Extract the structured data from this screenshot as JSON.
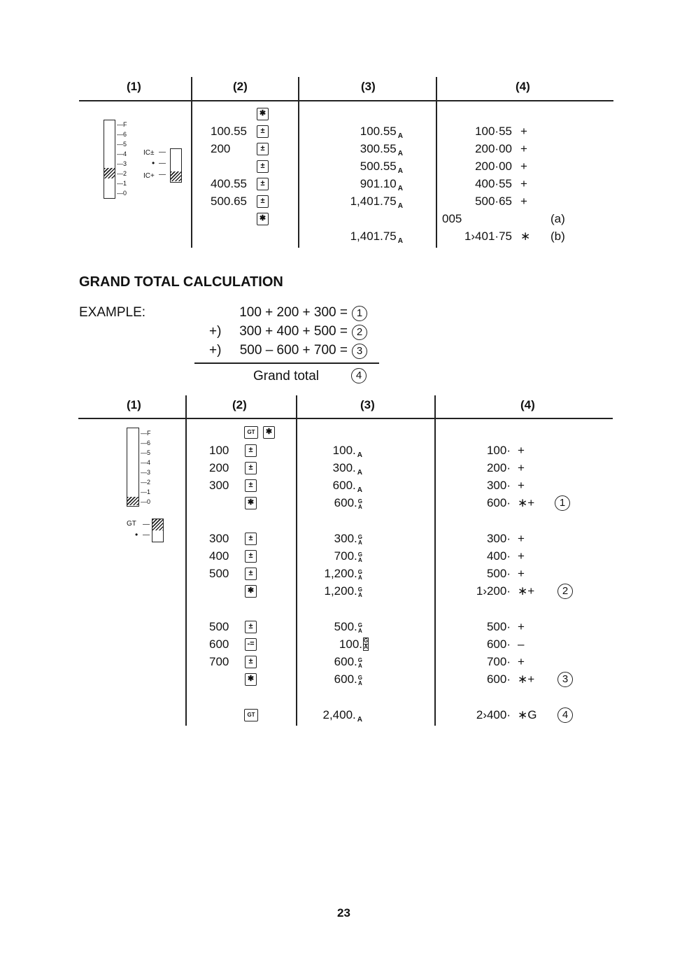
{
  "headers": {
    "col1": "(1)",
    "col2": "(2)",
    "col3": "(3)",
    "col4": "(4)"
  },
  "table1": {
    "scale_labels": [
      "F",
      "6",
      "5",
      "4",
      "3",
      "2",
      "1",
      "0"
    ],
    "switch_labels": {
      "top": "IC±",
      "mid": "•",
      "bot": "IC+"
    },
    "col2": [
      {
        "value": "",
        "key": "✱"
      },
      {
        "value": "100.55",
        "key": "±"
      },
      {
        "value": "200",
        "key": "±"
      },
      {
        "value": "",
        "key": "±"
      },
      {
        "value": "400.55",
        "key": "±"
      },
      {
        "value": "500.65",
        "key": "±"
      },
      {
        "value": "",
        "key": "✱"
      }
    ],
    "col3": [
      "",
      "100.55",
      "300.55",
      "500.55",
      "901.10",
      "1,401.75",
      "",
      "1,401.75"
    ],
    "col3_sub": "A",
    "col4": [
      {
        "value": "100·55",
        "sym": "+",
        "note": ""
      },
      {
        "value": "200·00",
        "sym": "+",
        "note": ""
      },
      {
        "value": "200·00",
        "sym": "+",
        "note": ""
      },
      {
        "value": "400·55",
        "sym": "+",
        "note": ""
      },
      {
        "value": "500·65",
        "sym": "+",
        "note": ""
      },
      {
        "value": "005",
        "sym": "",
        "note": "(a)"
      },
      {
        "value": "1›401·75",
        "sym": "∗",
        "note": "(b)"
      }
    ]
  },
  "section": {
    "title": "GRAND TOTAL CALCULATION",
    "example_label": "EXAMPLE:",
    "lines": [
      {
        "prefix": "",
        "expr": "100 + 200 + 300 =",
        "circle": "1"
      },
      {
        "prefix": "+)",
        "expr": "300 + 400 + 500 =",
        "circle": "2"
      },
      {
        "prefix": "+)",
        "expr": "500 – 600 + 700 =",
        "circle": "3"
      }
    ],
    "grand_total": "Grand total",
    "grand_circle": "4"
  },
  "table2": {
    "scale_labels": [
      "F",
      "6",
      "5",
      "4",
      "3",
      "2",
      "1",
      "0"
    ],
    "gt_label": "GT",
    "gt_dot": "•",
    "keys_top": [
      "GT",
      "✱"
    ],
    "col2": [
      {
        "value": "100",
        "key": "±"
      },
      {
        "value": "200",
        "key": "±"
      },
      {
        "value": "300",
        "key": "±"
      },
      {
        "value": "",
        "key": "✱"
      },
      {
        "value": "300",
        "key": "±"
      },
      {
        "value": "400",
        "key": "±"
      },
      {
        "value": "500",
        "key": "±"
      },
      {
        "value": "",
        "key": "✱"
      },
      {
        "value": "500",
        "key": "±"
      },
      {
        "value": "600",
        "key": "-="
      },
      {
        "value": "700",
        "key": "±"
      },
      {
        "value": "",
        "key": "✱"
      },
      {
        "value": "",
        "key": "GT"
      }
    ],
    "col3": [
      {
        "value": "100.",
        "g": "",
        "a": "A"
      },
      {
        "value": "300.",
        "g": "",
        "a": "A"
      },
      {
        "value": "600.",
        "g": "",
        "a": "A"
      },
      {
        "value": "600.",
        "g": "G",
        "a": "A"
      },
      {
        "value": "300.",
        "g": "G",
        "a": "A"
      },
      {
        "value": "700.",
        "g": "G",
        "a": "A"
      },
      {
        "value": "1,200.",
        "g": "G",
        "a": "A"
      },
      {
        "value": "1,200.",
        "g": "G",
        "a": "A"
      },
      {
        "value": "500.",
        "g": "G",
        "a": "A"
      },
      {
        "value": "100.",
        "g": "G",
        "a": "A"
      },
      {
        "value": "600.",
        "g": "G",
        "a": "A"
      },
      {
        "value": "600.",
        "g": "G",
        "a": "A"
      },
      {
        "value": "2,400.",
        "g": "",
        "a": "A"
      }
    ],
    "col4": [
      {
        "value": "100·",
        "sym": "+",
        "circle": ""
      },
      {
        "value": "200·",
        "sym": "+",
        "circle": ""
      },
      {
        "value": "300·",
        "sym": "+",
        "circle": ""
      },
      {
        "value": "600·",
        "sym": "∗+",
        "circle": "1"
      },
      {
        "value": "300·",
        "sym": "+",
        "circle": ""
      },
      {
        "value": "400·",
        "sym": "+",
        "circle": ""
      },
      {
        "value": "500·",
        "sym": "+",
        "circle": ""
      },
      {
        "value": "1›200·",
        "sym": "∗+",
        "circle": "2"
      },
      {
        "value": "500·",
        "sym": "+",
        "circle": ""
      },
      {
        "value": "600·",
        "sym": "–",
        "circle": ""
      },
      {
        "value": "700·",
        "sym": "+",
        "circle": ""
      },
      {
        "value": "600·",
        "sym": "∗+",
        "circle": "3"
      },
      {
        "value": "2›400·",
        "sym": "∗G",
        "circle": "4"
      }
    ]
  },
  "page_number": "23"
}
